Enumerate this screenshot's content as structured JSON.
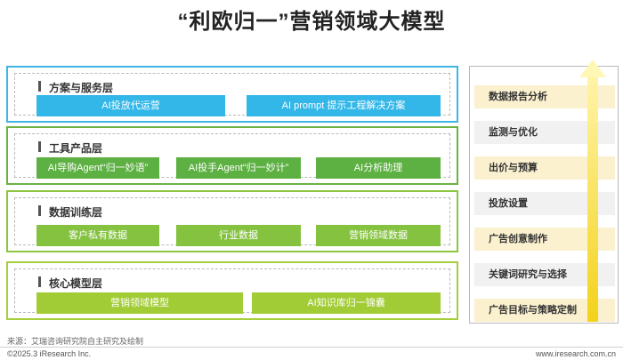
{
  "title": "“利欧归一”营销领域大模型",
  "layers": [
    {
      "title": "方案与服务层",
      "items": [
        "AI投放代运营",
        "AI prompt 提示工程解决方案"
      ]
    },
    {
      "title": "工具产品层",
      "items": [
        "AI导购Agent“归一妙语”",
        "AI投手Agent“归一妙计”",
        "AI分析助理"
      ]
    },
    {
      "title": "数据训练层",
      "items": [
        "客户私有数据",
        "行业数据",
        "营销领域数据"
      ]
    },
    {
      "title": "核心模型层",
      "items": [
        "营销领域模型",
        "AI知识库归一锦囊"
      ]
    }
  ],
  "steps": [
    "数据报告分析",
    "监测与优化",
    "出价与预算",
    "投放设置",
    "广告创意制作",
    "关键词研究与选择",
    "广告目标与策略定制"
  ],
  "source": "来源：艾瑞咨询研究院自主研究及绘制",
  "copyright": "©2025.3 iResearch Inc.",
  "website": "www.iresearch.com.cn"
}
